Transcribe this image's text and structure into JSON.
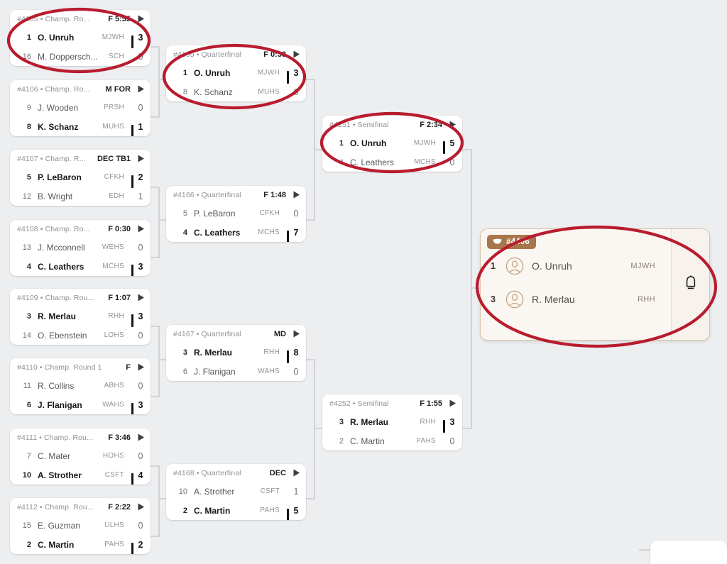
{
  "app": {
    "background_color": "#eceef0",
    "accent_color": "#a9754a",
    "annotation_color": "#b81c2e"
  },
  "bracket": {
    "rounds": [
      {
        "name": "Champ. Round 1",
        "matches": [
          {
            "id": "#4105 • Champ. Ro...",
            "status": "F 5:55",
            "players": [
              {
                "seed": "1",
                "name": "O. Unruh",
                "team": "MJWH",
                "score": "3",
                "winner": true
              },
              {
                "seed": "16",
                "name": "M. Doppersch...",
                "team": "SCH",
                "score": "0",
                "winner": false
              }
            ]
          },
          {
            "id": "#4106 • Champ. Ro...",
            "status": "M FOR",
            "players": [
              {
                "seed": "9",
                "name": "J. Wooden",
                "team": "PRSH",
                "score": "0",
                "winner": false
              },
              {
                "seed": "8",
                "name": "K. Schanz",
                "team": "MUHS",
                "score": "1",
                "winner": true
              }
            ]
          },
          {
            "id": "#4107 • Champ. R...",
            "status": "DEC TB1",
            "players": [
              {
                "seed": "5",
                "name": "P. LeBaron",
                "team": "CFKH",
                "score": "2",
                "winner": true
              },
              {
                "seed": "12",
                "name": "B. Wright",
                "team": "EDH",
                "score": "1",
                "winner": false
              }
            ]
          },
          {
            "id": "#4108 • Champ. Ro...",
            "status": "F 0:30",
            "players": [
              {
                "seed": "13",
                "name": "J. Mcconnell",
                "team": "WEHS",
                "score": "0",
                "winner": false
              },
              {
                "seed": "4",
                "name": "C. Leathers",
                "team": "MCHS",
                "score": "3",
                "winner": true
              }
            ]
          },
          {
            "id": "#4109 • Champ. Rou...",
            "status": "F 1:07",
            "players": [
              {
                "seed": "3",
                "name": "R. Merlau",
                "team": "RHH",
                "score": "3",
                "winner": true
              },
              {
                "seed": "14",
                "name": "O. Ebenstein",
                "team": "LOHS",
                "score": "0",
                "winner": false
              }
            ]
          },
          {
            "id": "#4110 • Champ. Round 1",
            "status": "F",
            "players": [
              {
                "seed": "11",
                "name": "R. Collins",
                "team": "ABHS",
                "score": "0",
                "winner": false
              },
              {
                "seed": "6",
                "name": "J. Flanigan",
                "team": "WAHS",
                "score": "3",
                "winner": true
              }
            ]
          },
          {
            "id": "#4111 • Champ. Rou...",
            "status": "F 3:46",
            "players": [
              {
                "seed": "7",
                "name": "C. Mater",
                "team": "HOHS",
                "score": "0",
                "winner": false
              },
              {
                "seed": "10",
                "name": "A. Strother",
                "team": "CSFT",
                "score": "4",
                "winner": true
              }
            ]
          },
          {
            "id": "#4112 • Champ. Rou...",
            "status": "F 2:22",
            "players": [
              {
                "seed": "15",
                "name": "E. Guzman",
                "team": "ULHS",
                "score": "0",
                "winner": false
              },
              {
                "seed": "2",
                "name": "C. Martin",
                "team": "PAHS",
                "score": "2",
                "winner": true
              }
            ]
          }
        ]
      },
      {
        "name": "Quarterfinal",
        "matches": [
          {
            "id": "#4165 • Quarterfinal",
            "status": "F 0:33",
            "players": [
              {
                "seed": "1",
                "name": "O. Unruh",
                "team": "MJWH",
                "score": "3",
                "winner": true
              },
              {
                "seed": "8",
                "name": "K. Schanz",
                "team": "MUHS",
                "score": "0",
                "winner": false
              }
            ]
          },
          {
            "id": "#4166 • Quarterfinal",
            "status": "F 1:48",
            "players": [
              {
                "seed": "5",
                "name": "P. LeBaron",
                "team": "CFKH",
                "score": "0",
                "winner": false
              },
              {
                "seed": "4",
                "name": "C. Leathers",
                "team": "MCHS",
                "score": "7",
                "winner": true
              }
            ]
          },
          {
            "id": "#4167 • Quarterfinal",
            "status": "MD",
            "players": [
              {
                "seed": "3",
                "name": "R. Merlau",
                "team": "RHH",
                "score": "8",
                "winner": true
              },
              {
                "seed": "6",
                "name": "J. Flanigan",
                "team": "WAHS",
                "score": "0",
                "winner": false
              }
            ]
          },
          {
            "id": "#4168 • Quarterfinal",
            "status": "DEC",
            "players": [
              {
                "seed": "10",
                "name": "A. Strother",
                "team": "CSFT",
                "score": "1",
                "winner": false
              },
              {
                "seed": "2",
                "name": "C. Martin",
                "team": "PAHS",
                "score": "5",
                "winner": true
              }
            ]
          }
        ]
      },
      {
        "name": "Semifinal",
        "matches": [
          {
            "id": "#4251 • Semifinal",
            "status": "F 2:34",
            "players": [
              {
                "seed": "1",
                "name": "O. Unruh",
                "team": "MJWH",
                "score": "5",
                "winner": true
              },
              {
                "seed": "4",
                "name": "C. Leathers",
                "team": "MCHS",
                "score": "0",
                "winner": false
              }
            ]
          },
          {
            "id": "#4252 • Semifinal",
            "status": "F 1:55",
            "players": [
              {
                "seed": "3",
                "name": "R. Merlau",
                "team": "RHH",
                "score": "3",
                "winner": true
              },
              {
                "seed": "2",
                "name": "C. Martin",
                "team": "PAHS",
                "score": "0",
                "winner": false
              }
            ]
          }
        ]
      }
    ]
  },
  "final": {
    "badge_label": "#4406",
    "badge_icon": "trophy-icon",
    "side_icon": "bell-icon",
    "players": [
      {
        "seed": "1",
        "name": "O. Unruh",
        "team": "MJWH",
        "avatar_icon": "avatar-icon"
      },
      {
        "seed": "3",
        "name": "R. Merlau",
        "team": "RHH",
        "avatar_icon": "avatar-icon"
      }
    ]
  },
  "icons": {
    "play": "play-icon",
    "trophy": "trophy-icon",
    "bell": "bell-icon",
    "avatar": "avatar-icon"
  }
}
